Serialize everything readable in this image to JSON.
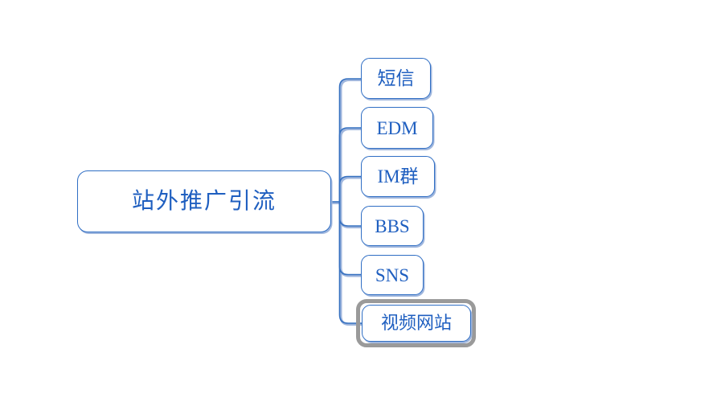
{
  "diagram": {
    "type": "mind-map",
    "background_color": "#ffffff",
    "node_border_color": "#2f6ec4",
    "node_shadow_color": "#9fb6dd",
    "node_text_color": "#1f5fc0",
    "connector_color": "#3570c0",
    "connector_shadow_color": "#9fb6dd",
    "selection_color": "#9a9a9a",
    "root": {
      "label": "站外推广引流"
    },
    "children": [
      {
        "label": "短信",
        "selected": false
      },
      {
        "label": "EDM",
        "selected": false
      },
      {
        "label": "IM群",
        "selected": false
      },
      {
        "label": "BBS",
        "selected": false
      },
      {
        "label": "SNS",
        "selected": false
      },
      {
        "label": "视频网站",
        "selected": true
      }
    ]
  }
}
